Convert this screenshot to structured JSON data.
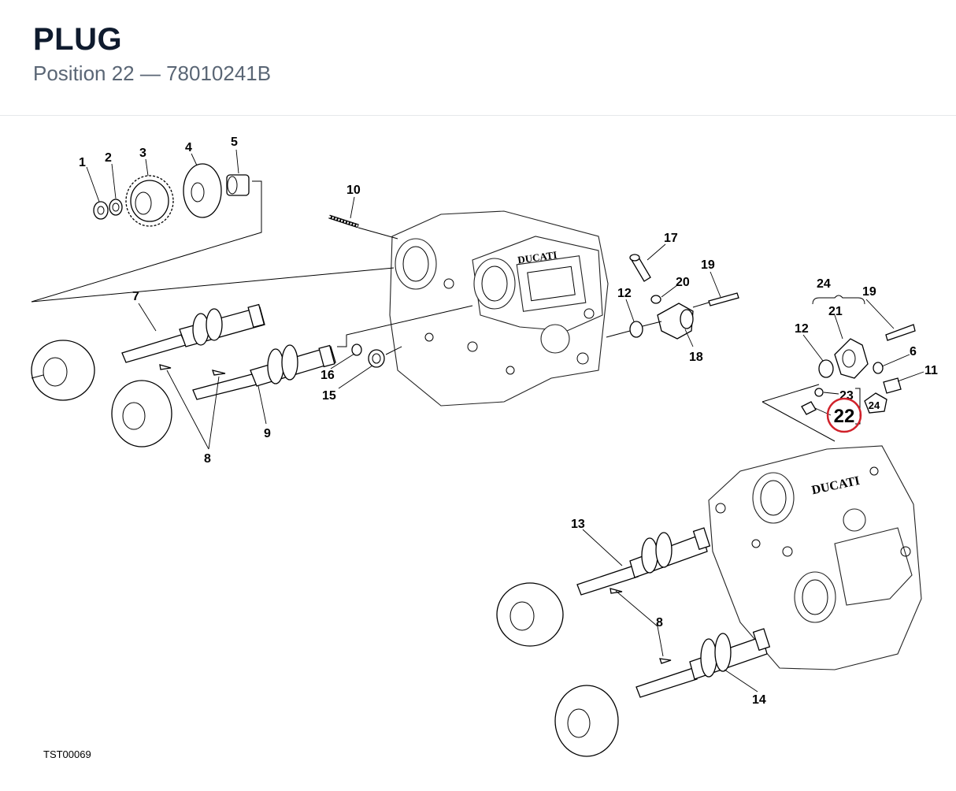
{
  "header": {
    "title": "PLUG",
    "subtitle": "Position 22 — 78010241B"
  },
  "diagram": {
    "callouts": [
      "1",
      "2",
      "3",
      "4",
      "5",
      "10",
      "7",
      "17",
      "20",
      "19",
      "12",
      "18",
      "16",
      "15",
      "9",
      "8",
      "24",
      "21",
      "19",
      "12",
      "6",
      "11",
      "23",
      "22",
      "24",
      "13",
      "8",
      "14"
    ],
    "highlight": {
      "number": "22",
      "color": "#d0212a"
    },
    "engraving": [
      "DUCATI",
      "DUCATI"
    ],
    "drawing_code": "TST00069"
  }
}
